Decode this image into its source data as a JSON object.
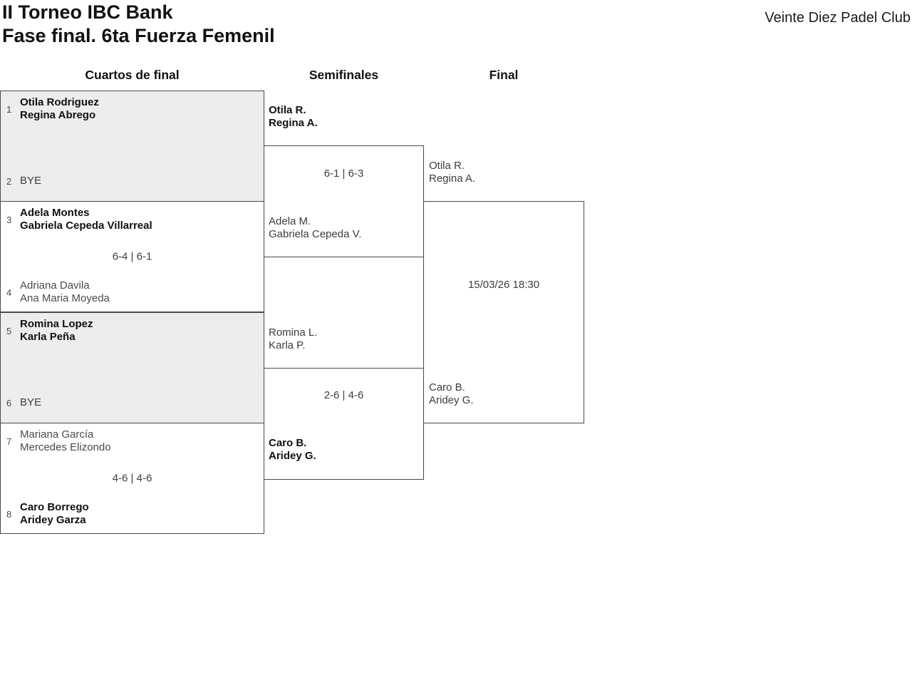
{
  "header": {
    "title": "II Torneo IBC Bank\nFase final. 6ta Fuerza Femenil",
    "club": "Veinte Diez Padel Club"
  },
  "round_headers": {
    "quarterfinals": "Cuartos de final",
    "semifinals": "Semifinales",
    "final": "Final"
  },
  "bracket": {
    "quarterfinals": [
      {
        "seed1": "1",
        "team1": [
          "Otila Rodriguez",
          "Regina Abrego"
        ],
        "seed2": "2",
        "team2": [
          "BYE"
        ],
        "score": ""
      },
      {
        "seed1": "3",
        "team1": [
          "Adela Montes",
          "Gabriela Cepeda Villarreal"
        ],
        "seed2": "4",
        "team2": [
          "Adriana Davila",
          "Ana Maria Moyeda"
        ],
        "score": "6-4 | 6-1"
      },
      {
        "seed1": "5",
        "team1": [
          "Romina Lopez",
          "Karla Peña"
        ],
        "seed2": "6",
        "team2": [
          "BYE"
        ],
        "score": ""
      },
      {
        "seed1": "7",
        "team1": [
          "Mariana García",
          "Mercedes Elizondo"
        ],
        "seed2": "8",
        "team2": [
          "Caro Borrego",
          "Aridey Garza"
        ],
        "score": "4-6 | 4-6"
      }
    ],
    "semifinals": [
      {
        "team1": [
          "Otila R.",
          "Regina A."
        ],
        "team2": [
          "Adela M.",
          "Gabriela Cepeda V."
        ],
        "score": "6-1 | 6-3"
      },
      {
        "team1": [
          "Romina L.",
          "Karla P."
        ],
        "team2": [
          "Caro B.",
          "Aridey G."
        ],
        "score": "2-6 | 4-6"
      }
    ],
    "final": {
      "team1": [
        "Otila R.",
        "Regina A."
      ],
      "team2": [
        "Caro B.",
        "Aridey G."
      ],
      "schedule": "15/03/26 18:30"
    }
  }
}
